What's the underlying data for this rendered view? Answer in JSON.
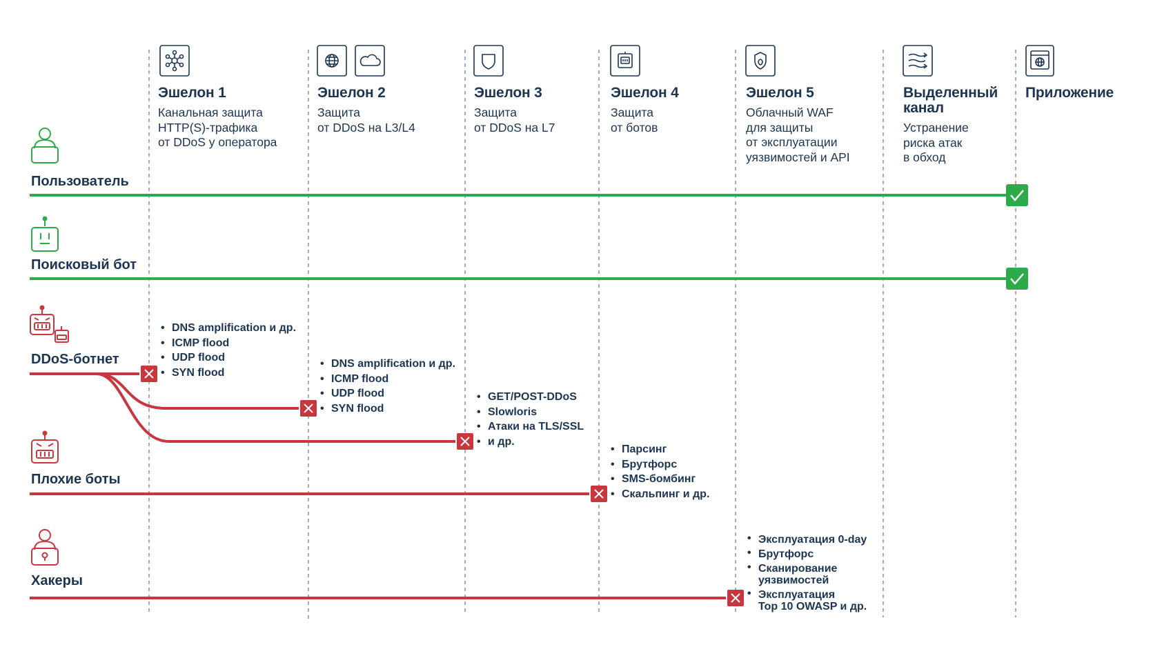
{
  "columns": [
    {
      "title": "Эшелон 1",
      "desc": [
        "Канальная защита",
        "HTTP(S)-трафика",
        "от DDoS у оператора"
      ],
      "icons": [
        "network-hub-icon"
      ]
    },
    {
      "title": "Эшелон 2",
      "desc": [
        "Защита",
        "от DDoS на L3/L4"
      ],
      "icons": [
        "globe-icon",
        "cloud-icon"
      ]
    },
    {
      "title": "Эшелон 3",
      "desc": [
        "Защита",
        "от DDoS на L7"
      ],
      "icons": [
        "shield-icon"
      ]
    },
    {
      "title": "Эшелон 4",
      "desc": [
        "Защита",
        "от ботов"
      ],
      "icons": [
        "bot-shield-icon"
      ]
    },
    {
      "title": "Эшелон 5",
      "desc": [
        "Облачный WAF",
        "для защиты",
        "от эксплуатации",
        "уязвимостей и API"
      ],
      "icons": [
        "waf-shield-icon"
      ]
    },
    {
      "title": "Выделенный канал",
      "title_lines": [
        "Выделенный",
        "канал"
      ],
      "desc": [
        "Устранение",
        "риска атак",
        "в обход"
      ],
      "icons": [
        "wind-flow-icon"
      ]
    },
    {
      "title": "Приложение",
      "desc": [],
      "icons": [
        "browser-globe-icon"
      ]
    }
  ],
  "rows": [
    {
      "label": "Пользователь",
      "icon": "user-laptop-icon",
      "status": "allowed"
    },
    {
      "label": "Поисковый бот",
      "icon": "search-bot-icon",
      "status": "allowed"
    },
    {
      "label": "DDoS-ботнет",
      "icon": "botnet-icon",
      "status": "blocked"
    },
    {
      "label": "Плохие боты",
      "icon": "bad-bot-icon",
      "status": "blocked"
    },
    {
      "label": "Хакеры",
      "icon": "hacker-icon",
      "status": "blocked"
    }
  ],
  "attacks": {
    "echelon1": [
      "DNS amplification и др.",
      "ICMP flood",
      "UDP flood",
      "SYN flood"
    ],
    "echelon2": [
      "DNS amplification и др.",
      "ICMP flood",
      "UDP flood",
      "SYN flood"
    ],
    "echelon3": [
      "GET/POST-DDoS",
      "Slowloris",
      "Атаки на TLS/SSL",
      "и др."
    ],
    "echelon4": [
      "Парсинг",
      "Брутфорс",
      "SMS-бомбинг",
      "Скальпинг и др."
    ],
    "echelon5": [
      {
        "text": "Эксплуатация 0-day"
      },
      {
        "text": "Брутфорс"
      },
      {
        "text": "Сканирование уязвимостей",
        "lines": [
          "Сканирование",
          "уязвимостей"
        ]
      },
      {
        "text": "Эксплуатация Top 10 OWASP и др.",
        "lines": [
          "Эксплуатация",
          "Top 10 OWASP и др."
        ]
      }
    ]
  },
  "colors": {
    "navy": "#1b3552",
    "green": "#2eaa4a",
    "red": "#c8373d",
    "grid": "#8c99a6"
  }
}
